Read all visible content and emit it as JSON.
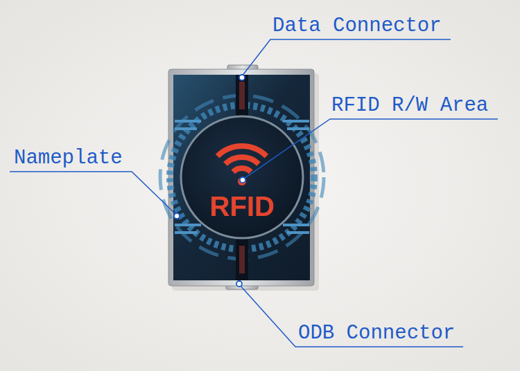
{
  "diagram": {
    "labels": [
      "Data Connector",
      "RFID R/W Area",
      "Nameplate",
      "ODB Connector",
      "RFID"
    ]
  }
}
